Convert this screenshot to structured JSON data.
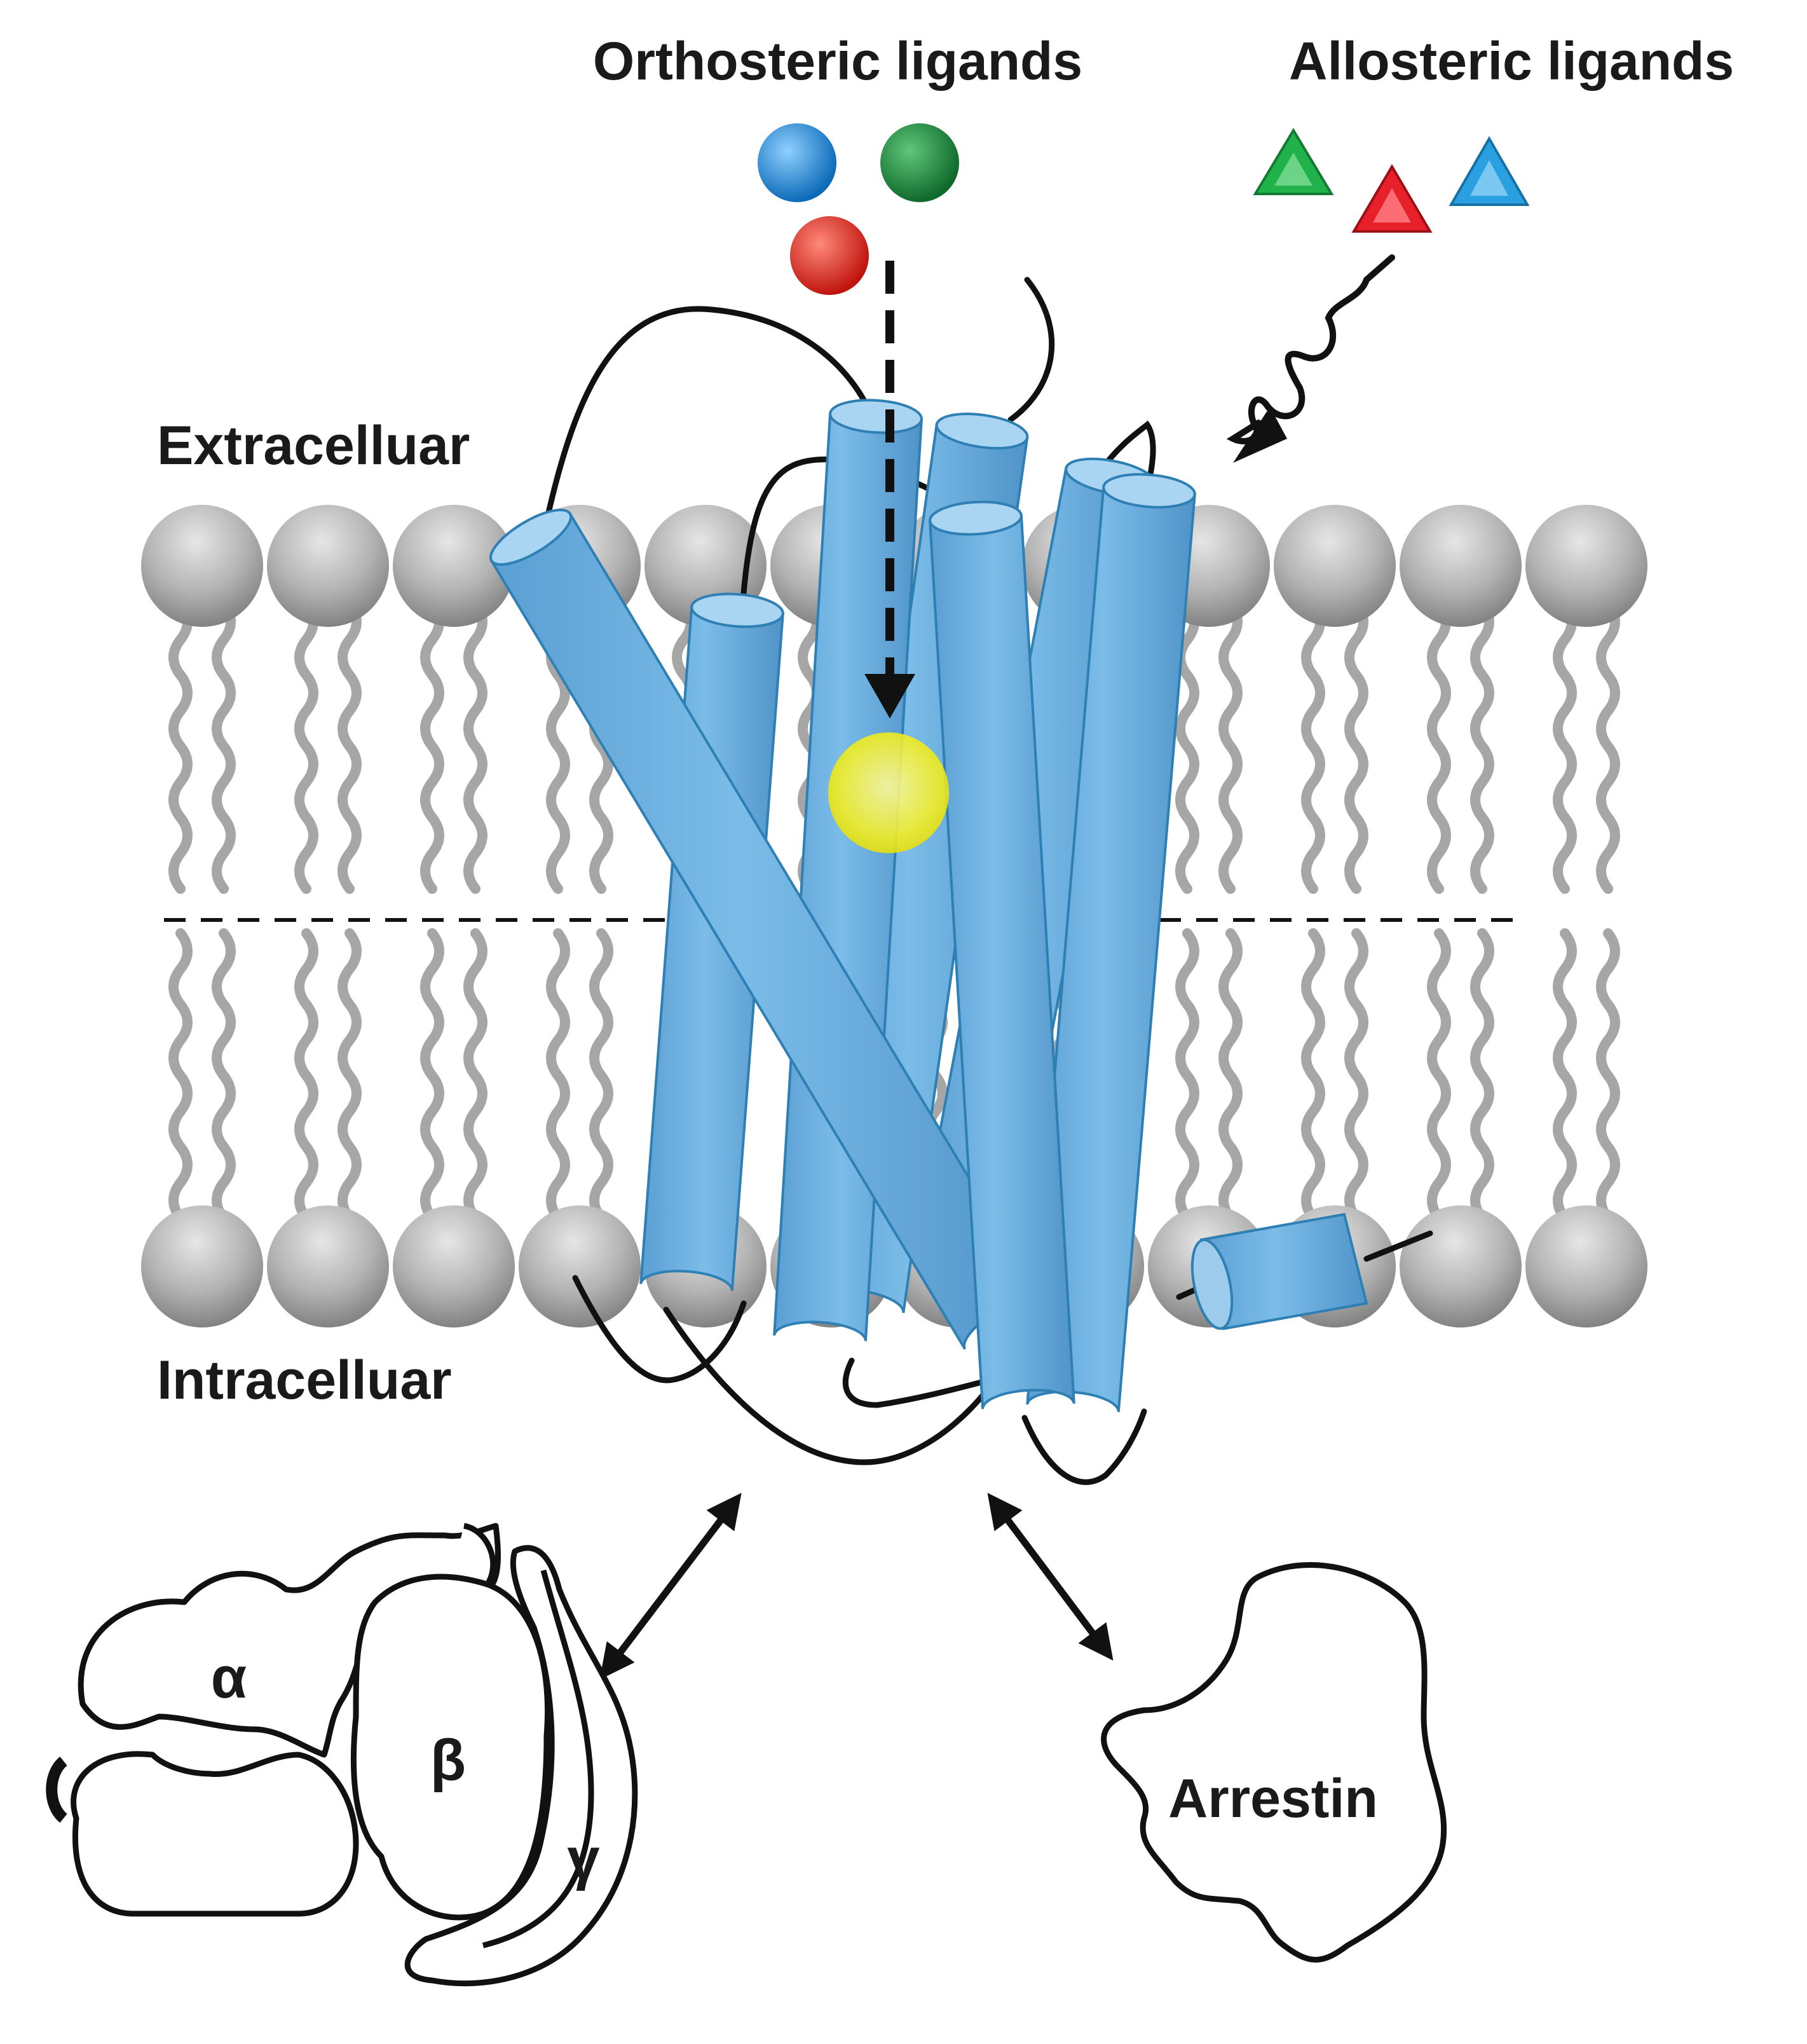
{
  "labels": {
    "orthosteric": "Orthosteric ligands",
    "allosteric": "Allosteric ligands",
    "extracellular": "Extracelluar",
    "intracellular": "Intracelluar",
    "alpha": "α",
    "beta": "β",
    "gamma": "γ",
    "arrestin": "Arrestin"
  },
  "colors": {
    "helix": "#6aaee0",
    "helix_edge": "#2e7fb4",
    "lipid_head": "#9a9a9a",
    "lipid_tail": "#a8a8a8",
    "orthosteric_ligands": [
      "#1e88d6",
      "#1f8a3a",
      "#e0281e"
    ],
    "allosteric_ligands": [
      "#22b24c",
      "#e8202a",
      "#2aa0e0"
    ],
    "binding_site": "#f2ee1a"
  }
}
